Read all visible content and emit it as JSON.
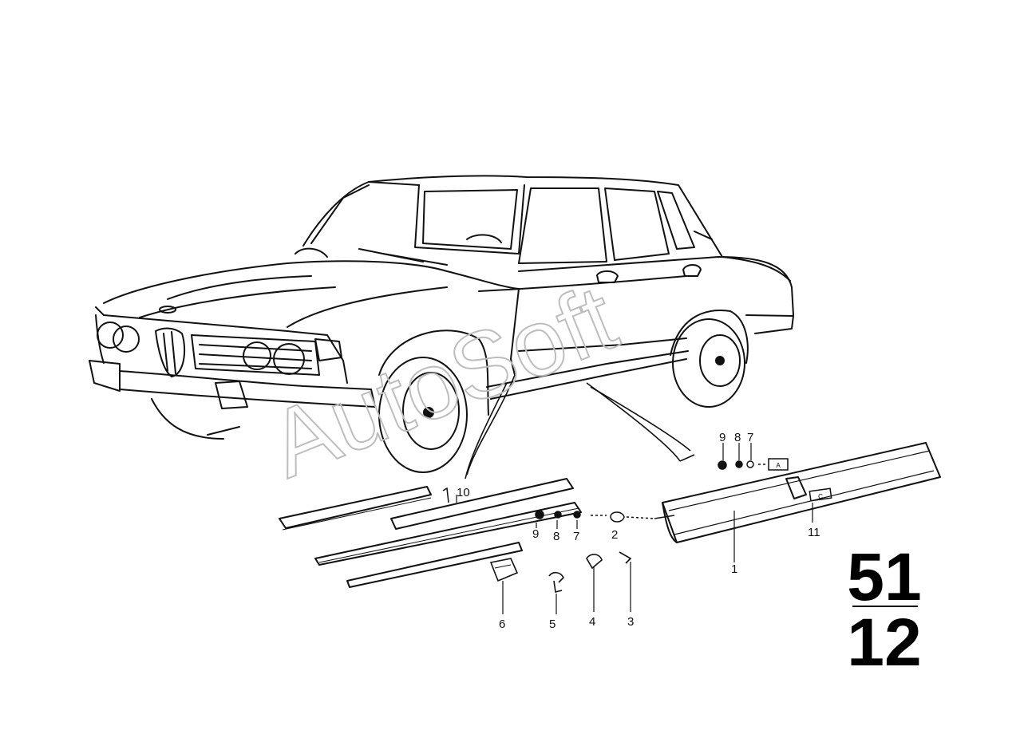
{
  "watermark": "AutoSoft",
  "group_number": {
    "top": "51",
    "bottom": "12"
  },
  "callouts": [
    {
      "id": "c10",
      "label": "10"
    },
    {
      "id": "c9a",
      "label": "9"
    },
    {
      "id": "c8a",
      "label": "8"
    },
    {
      "id": "c7a",
      "label": "7"
    },
    {
      "id": "c9b",
      "label": "9"
    },
    {
      "id": "c8b",
      "label": "8"
    },
    {
      "id": "c7b",
      "label": "7"
    },
    {
      "id": "c2",
      "label": "2"
    },
    {
      "id": "c1",
      "label": "1"
    },
    {
      "id": "c11",
      "label": "11"
    },
    {
      "id": "c6",
      "label": "6"
    },
    {
      "id": "c5",
      "label": "5"
    },
    {
      "id": "c4",
      "label": "4"
    },
    {
      "id": "c3",
      "label": "3"
    }
  ],
  "part_tags": {
    "a": "A",
    "c": "C"
  }
}
